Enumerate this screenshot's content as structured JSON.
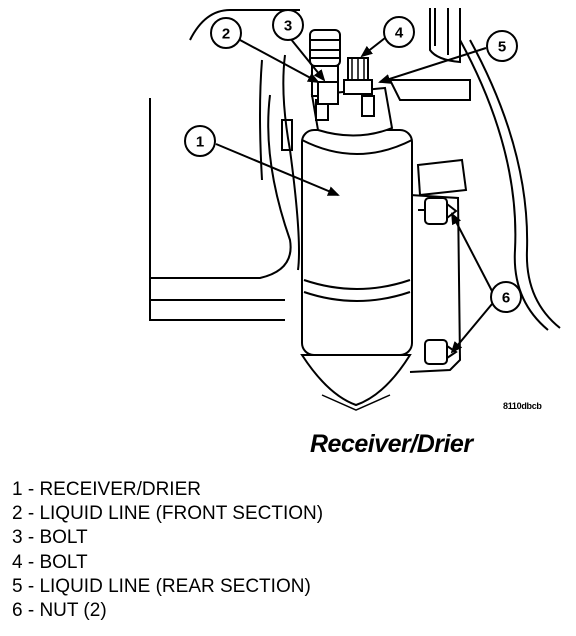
{
  "figure": {
    "code": "8110dbcb",
    "title": "Receiver/Drier"
  },
  "callouts": [
    "1",
    "2",
    "3",
    "4",
    "5",
    "6"
  ],
  "legend": [
    "1 - RECEIVER/DRIER",
    "2 - LIQUID LINE (FRONT SECTION)",
    "3 - BOLT",
    "4 - BOLT",
    "5 - LIQUID LINE (REAR SECTION)",
    "6 - NUT (2)"
  ]
}
